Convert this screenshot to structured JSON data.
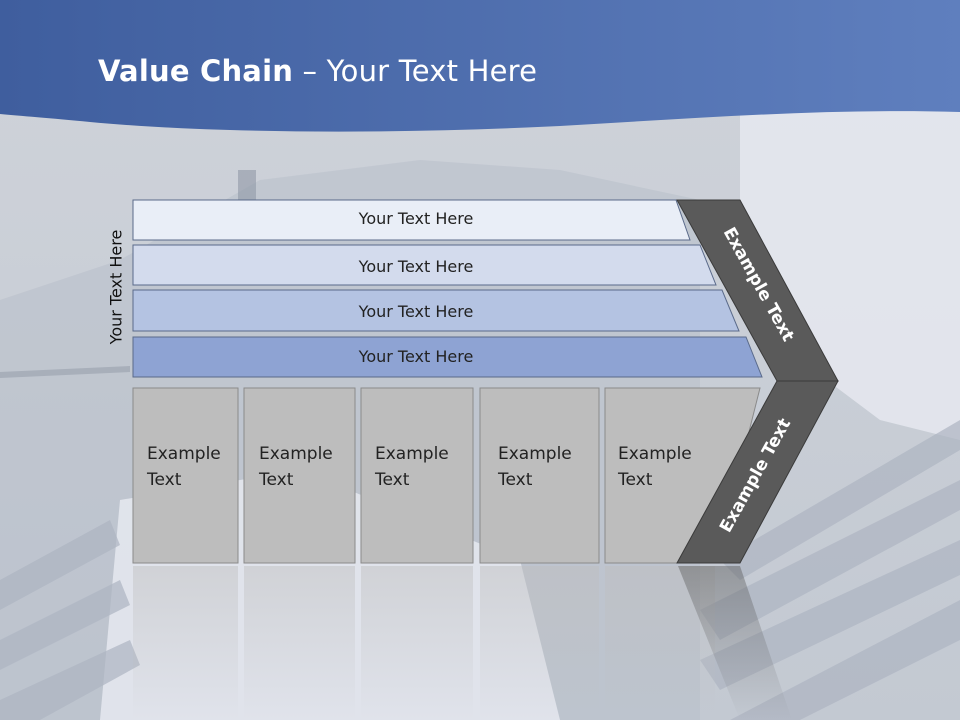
{
  "slide": {
    "title_bold": "Value Chain",
    "title_rest": " – Your Text Here",
    "vertical_label": "Your Text Here"
  },
  "rows": [
    "Your Text Here",
    "Your Text Here",
    "Your Text Here",
    "Your Text Here"
  ],
  "boxes": [
    {
      "line1": "Example",
      "line2": "Text"
    },
    {
      "line1": "Example",
      "line2": "Text"
    },
    {
      "line1": "Example",
      "line2": "Text"
    },
    {
      "line1": "Example",
      "line2": "Text"
    },
    {
      "line1": "Example",
      "line2": "Text"
    }
  ],
  "chevron": {
    "upper": "Example Text",
    "lower": "Example Text"
  },
  "colors": {
    "header": "#4a6aad",
    "row1": "#e9eef7",
    "row2": "#d3dbed",
    "row3": "#b4c3e2",
    "row4": "#8ea3d3",
    "box": "#bdbdbd",
    "chevron": "#5a5a5a"
  }
}
